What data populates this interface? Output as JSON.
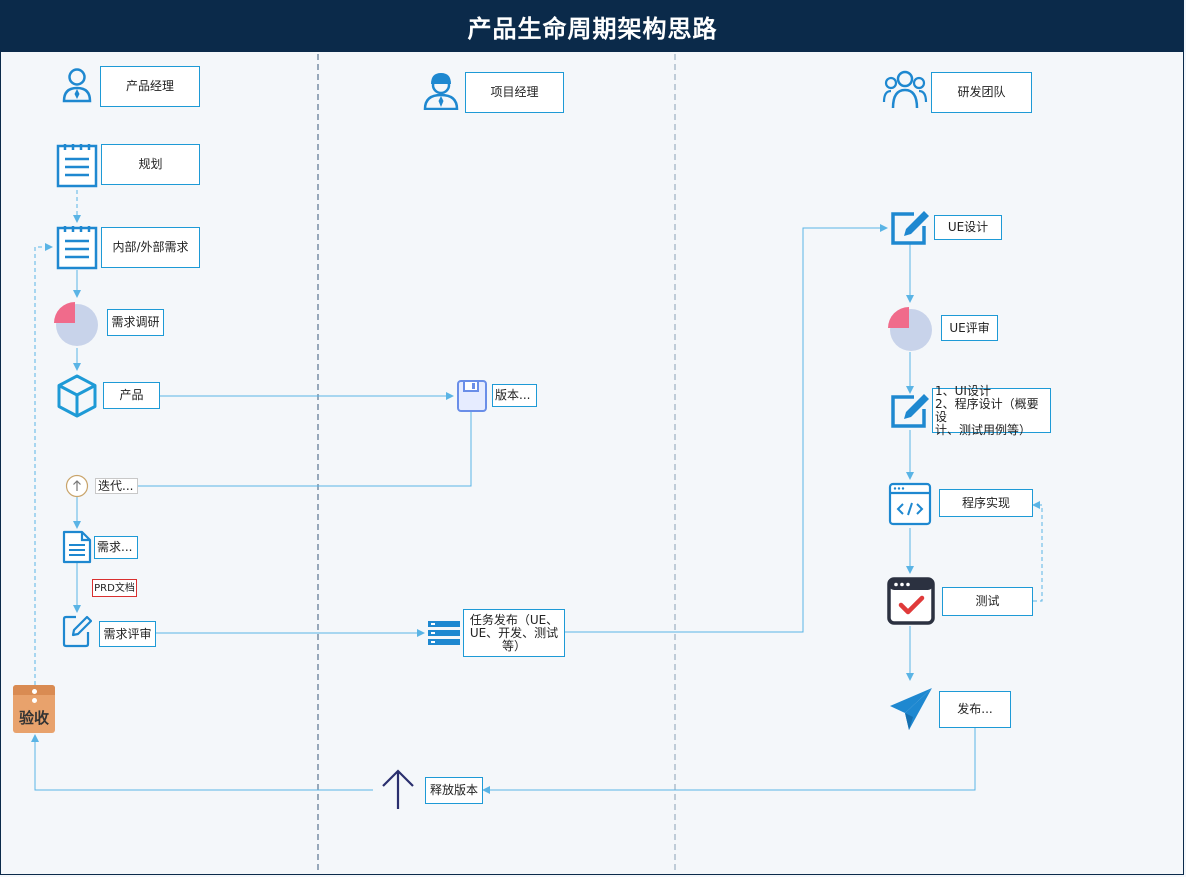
{
  "title": "产品生命周期架构思路",
  "lanes": {
    "product_manager": "产品经理",
    "project_manager": "项目经理",
    "rd_team": "研发团队"
  },
  "nodes": {
    "planning": "规划",
    "requirements": "内部/外部需求",
    "research": "需求调研",
    "product": "产品",
    "version": "版本...",
    "iteration": "迭代...",
    "demand": "需求...",
    "prd": "PRD文档",
    "review": "需求评审",
    "acceptance": "验收",
    "task_release": "任务发布（UE、\nUE、开发、测试\n等）",
    "release_version": "释放版本",
    "ue_design": "UE设计",
    "ue_review": "UE评审",
    "ui_program_design": "1、UI设计\n2、程序设计（概要设\n计、测试用例等）",
    "implementation": "程序实现",
    "testing": "测试",
    "publish": "发布..."
  },
  "colors": {
    "header": "#0b2a4a",
    "accent": "#1e9ad6",
    "connector": "#5ab4e5",
    "pie_highlight": "#f06b8b",
    "pie_base": "#c8d3ea"
  }
}
